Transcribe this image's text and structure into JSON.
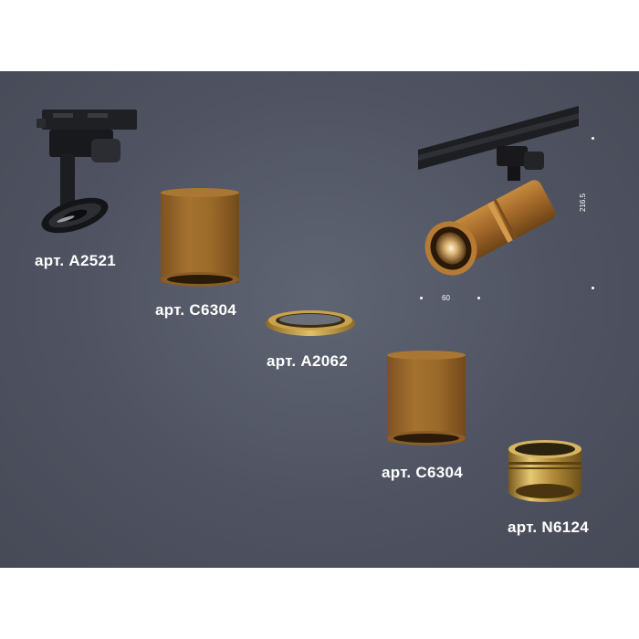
{
  "products": [
    {
      "label": "арт. A2521",
      "type": "track adapter"
    },
    {
      "label": "арт. C6304",
      "type": "housing"
    },
    {
      "label": "арт. A2062",
      "type": "ring"
    },
    {
      "label": "арт. C6304",
      "type": "housing"
    },
    {
      "label": "арт. N6124",
      "type": "nozzle"
    }
  ],
  "dimensions": {
    "width": "60",
    "height": "216.5"
  },
  "colors": {
    "background": "#4f5361",
    "bronze": "#9a6a2c",
    "gold": "#c9a24d",
    "black": "#1f2024",
    "text": "#ffffff"
  }
}
